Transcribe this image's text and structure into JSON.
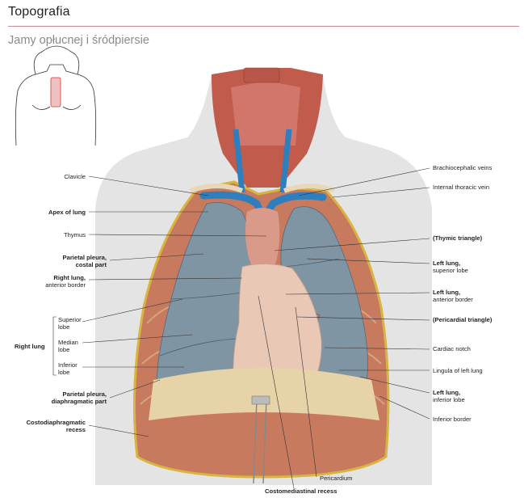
{
  "header": {
    "title": "Topografia",
    "subtitle": "Jamy opłucnej i śródpiersie"
  },
  "labels": {
    "clavicle": "Clavicle",
    "apex_of_lung": "Apex of lung",
    "thymus": "Thymus",
    "parietal_pleura_costal": "Parietal pleura,",
    "parietal_pleura_costal_2": "costal part",
    "right_lung_ant": "Right lung,",
    "right_lung_ant_sub": "anterior border",
    "superior_lobe": "Superior",
    "superior_lobe_2": "lobe",
    "right_lung": "Right lung",
    "median_lobe": "Median",
    "median_lobe_2": "lobe",
    "inferior_lobe": "Inferior",
    "inferior_lobe_2": "lobe",
    "parietal_pleura_diaph": "Parietal pleura,",
    "parietal_pleura_diaph_2": "diaphragmatic part",
    "costodiaphragmatic": "Costodiaphragmatic",
    "costodiaphragmatic_2": "recess",
    "brachiocephalic_veins": "Brachiocephalic veins",
    "internal_thoracic_vein": "Internal thoracic vein",
    "thymic_triangle": "(Thymic triangle)",
    "left_lung_sup": "Left lung,",
    "left_lung_sup_sub": "superior lobe",
    "left_lung_ant": "Left lung,",
    "left_lung_ant_sub": "anterior border",
    "pericardial_triangle": "(Pericardial triangle)",
    "cardiac_notch": "Cardiac notch",
    "lingula": "Lingula of left lung",
    "left_lung_inf": "Left lung,",
    "left_lung_inf_sub": "inferior lobe",
    "inferior_border": "Inferior border",
    "pericardium": "Pericardium",
    "costomediastinal": "Costomediastinal recess"
  },
  "colors": {
    "rule": "#c98b8b",
    "lung": "#7f95a3",
    "muscle": "#b8564a",
    "vein": "#2f7fbf",
    "skin": "#e6e6e6"
  }
}
